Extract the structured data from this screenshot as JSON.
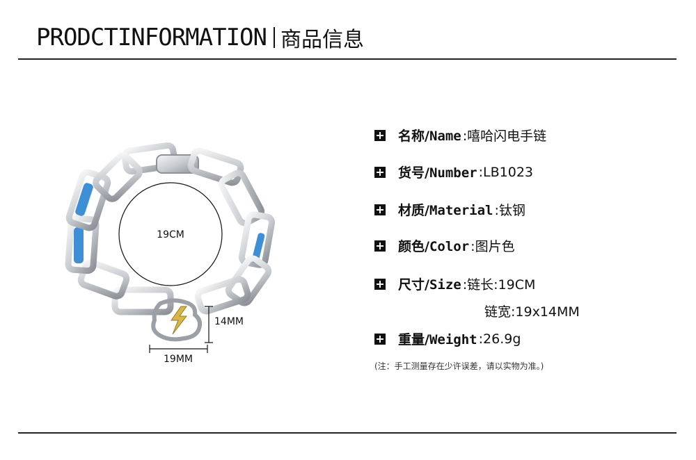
{
  "header": {
    "title_en": "PRODCTINFORMATION",
    "title_cn": "商品信息"
  },
  "image": {
    "circle_label": "19CM",
    "height_label": "14MM",
    "width_label": "19MM",
    "link_colors": {
      "steel": "#c9ccd0",
      "steel_dark": "#8e9298",
      "enamel": "#3f8fd6",
      "gold": "#d9b64a"
    }
  },
  "specs": [
    {
      "label_cn": "名称",
      "label_en": "Name",
      "sep": ":",
      "value": "嘻哈闪电手链"
    },
    {
      "label_cn": "货号",
      "label_en": "Number",
      "sep": ":",
      "value": "LB1023"
    },
    {
      "label_cn": "材质",
      "label_en": "Material",
      "sep": ":",
      "value": "钛钢"
    },
    {
      "label_cn": "颜色",
      "label_en": "Color",
      "sep": ":",
      "value": "图片色"
    },
    {
      "label_cn": "尺寸",
      "label_en": "Size",
      "sep": ":",
      "value": "链长:19CM",
      "value2": "链宽:19x14MM"
    },
    {
      "label_cn": "重量",
      "label_en": "Weight",
      "sep": ":",
      "value": "26.9g"
    }
  ],
  "note": "(注：手工测量存在少许误差，请以实物为准。)"
}
